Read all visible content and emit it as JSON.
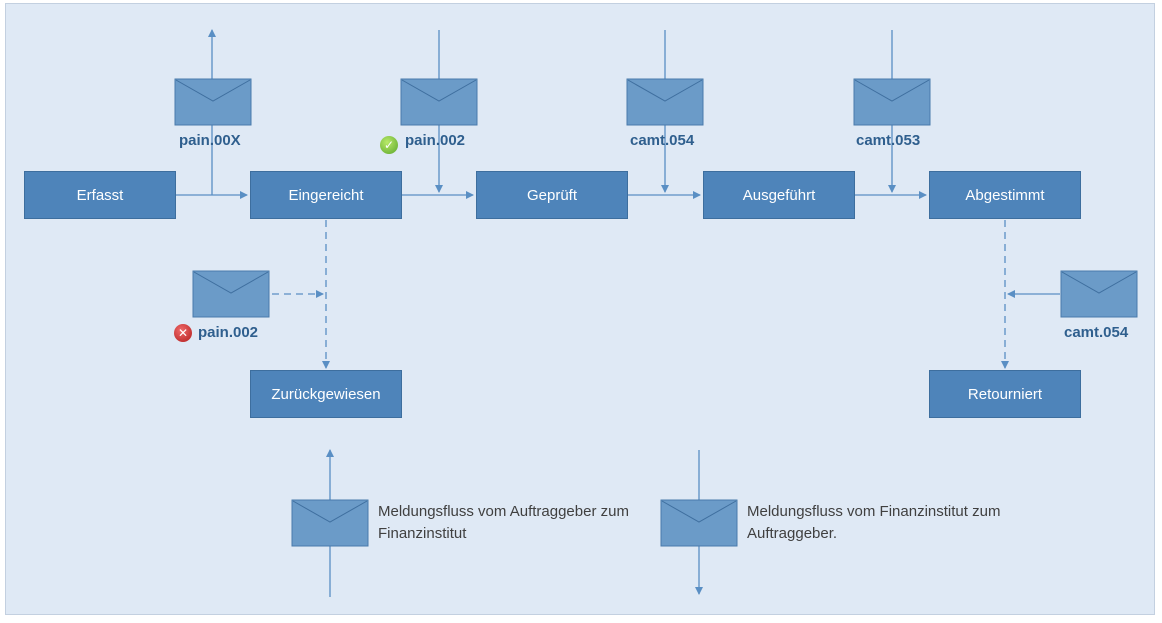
{
  "states": {
    "erfasst": "Erfasst",
    "eingereicht": "Eingereicht",
    "geprueft": "Geprüft",
    "ausgefuehrt": "Ausgeführt",
    "abgestimmt": "Abgestimmt",
    "zurueckgewiesen": "Zurückgewiesen",
    "retourniert": "Retourniert"
  },
  "messages": {
    "pain00x": "pain.00X",
    "pain002_ok": "pain.002",
    "camt054_top": "camt.054",
    "camt053": "camt.053",
    "pain002_err": "pain.002",
    "camt054_side": "camt.054"
  },
  "legend": {
    "outgoing": "Meldungsfluss vom Auftraggeber zum Finanzinstitut",
    "incoming": "Meldungsfluss vom Finanzinstitut zum Auftraggeber."
  },
  "colors": {
    "box": "#4e84ba",
    "envelope": "#6b9bc8",
    "label": "#2f5f8e",
    "line": "#5a8fc4",
    "background": "#dfe9f5"
  },
  "icons": {
    "ok": "check-circle-icon",
    "error": "x-circle-icon",
    "message": "envelope-icon"
  }
}
